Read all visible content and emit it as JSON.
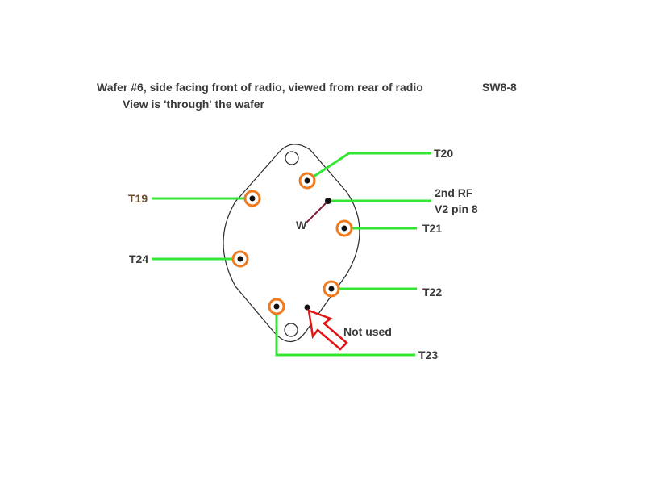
{
  "header": {
    "caption_line1": "Wafer #6, side facing front of radio, viewed from rear of radio",
    "caption_line2": "View is 'through' the wafer",
    "id_label": "SW8-8"
  },
  "labels": {
    "t20": "T20",
    "rf_line1": "2nd RF",
    "rf_line2": "V2 pin 8",
    "t19": "T19",
    "t21": "T21",
    "w": "W",
    "t24": "T24",
    "t22": "T22",
    "not_used": "Not used",
    "t23": "T23"
  },
  "colors": {
    "wire": "#33e633",
    "ring": "#f07a1e",
    "outline": "#2a2a2a",
    "text": "#3a3a3a",
    "t19_text": "#6b4a2a",
    "wiper": "#7a1a33",
    "arrow": "#e01414"
  }
}
